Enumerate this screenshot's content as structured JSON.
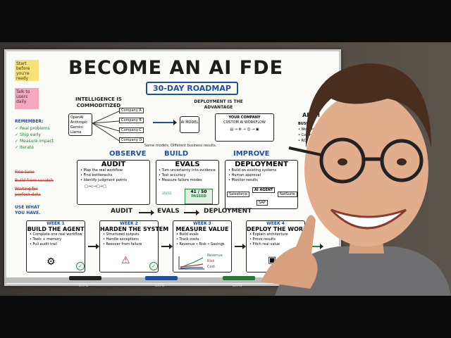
{
  "board": {
    "title": "BECOME AN AI FDE",
    "subtitle": "30-DAY ROADMAP",
    "sticky_notes": [
      "Start before you're ready",
      "Talk to users daily"
    ],
    "intelligence": {
      "label": "INTELLIGENCE IS COMMODITIZED",
      "model_box": "OpenAI Anthropic Gemini Llama",
      "companies": [
        "Company A",
        "Company B",
        "Company C",
        "Company D"
      ]
    },
    "deployment_note": "DEPLOYMENT IS THE ADVANTAGE",
    "ai_model": "AI MODEL",
    "your_company": {
      "title": "YOUR COMPANY",
      "line": "CUSTOM AI WORKFLOW"
    },
    "same_models": "Same models. Different business results.",
    "remember": {
      "title": "REMEMBER:",
      "items": [
        "Real problems",
        "Ship early",
        "Measure impact",
        "Iterate"
      ]
    },
    "crossed": [
      "Fine tune",
      "Build from scratch",
      "Waiting for perfect data"
    ],
    "use_what": "USE WHAT YOU HAVE.",
    "phases": {
      "observe": "OBSERVE",
      "build": "BUILD",
      "improve": "IMPROVE"
    },
    "audit": {
      "title": "AUDIT",
      "items": [
        "Map the real workflow",
        "Find bottlenecks",
        "Identify judgment points"
      ]
    },
    "evals": {
      "title": "EVALS",
      "items": [
        "Turn uncertainty into evidence",
        "Test accuracy",
        "Measure failure modes"
      ],
      "score": "41 / 50",
      "passed": "PASSED"
    },
    "deployment": {
      "title": "DEPLOYMENT",
      "items": [
        "Build on existing systems",
        "Human approval",
        "Monitor results"
      ],
      "nodes": [
        "Salesforce",
        "AI AGENT",
        "NetSuite",
        "SAP"
      ]
    },
    "loop": {
      "a": "AUDIT",
      "b": "EVALS",
      "c": "DEPLOYMENT"
    },
    "weeks": [
      {
        "label": "WEEK 1",
        "title": "BUILD THE AGENT",
        "items": [
          "Complete one real workflow",
          "Tools + memory",
          "Full audit trail"
        ]
      },
      {
        "label": "WEEK 2",
        "title": "HARDEN THE SYSTEM",
        "items": [
          "Structured outputs",
          "Handle exceptions",
          "Recover from failure"
        ]
      },
      {
        "label": "WEEK 3",
        "title": "MEASURE VALUE",
        "items": [
          "Build evals",
          "Track costs",
          "Revenue • Risk • Savings"
        ],
        "legend": [
          "Revenue",
          "Risk",
          "Cost"
        ]
      },
      {
        "label": "WEEK 4",
        "title": "DEPLOY THE WORK",
        "items": [
          "Explain architecture",
          "Prove results",
          "Pitch real value"
        ]
      }
    ],
    "right_edge": {
      "title": "ARCH",
      "items": [
        "BUSI",
        "Workflo",
        "Commun",
        "ROI"
      ]
    },
    "marker_labels": [
      "EXPO",
      "EXPO",
      "EXPO"
    ]
  },
  "colors": {
    "blue": "#1e4fa0",
    "green": "#1f8a3a",
    "red": "#b0322d",
    "sticky_yellow": "#f5e27a",
    "sticky_pink": "#f6a7c1"
  }
}
